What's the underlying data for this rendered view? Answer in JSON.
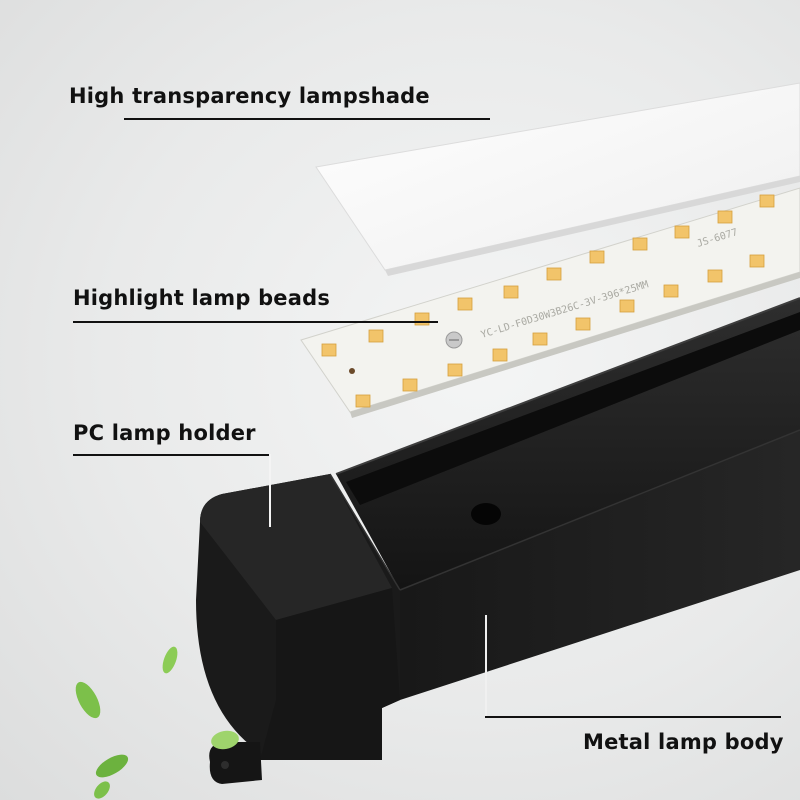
{
  "labels": {
    "lampshade": "High transparency lampshade",
    "beads": "Highlight lamp beads",
    "holder": "PC lamp holder",
    "body": "Metal lamp body"
  },
  "pcb_print": {
    "model": "YC-LD-F0D30W3B26C-3V-396*25MM",
    "code": "JS-6077"
  },
  "colors": {
    "background": "#e9eaea",
    "lampshade": "#fbfbfb",
    "pcb": "#f2f2ee",
    "led": "#f2c46a",
    "housing": "#1d1d1d",
    "leaf": "#7cc04a"
  }
}
